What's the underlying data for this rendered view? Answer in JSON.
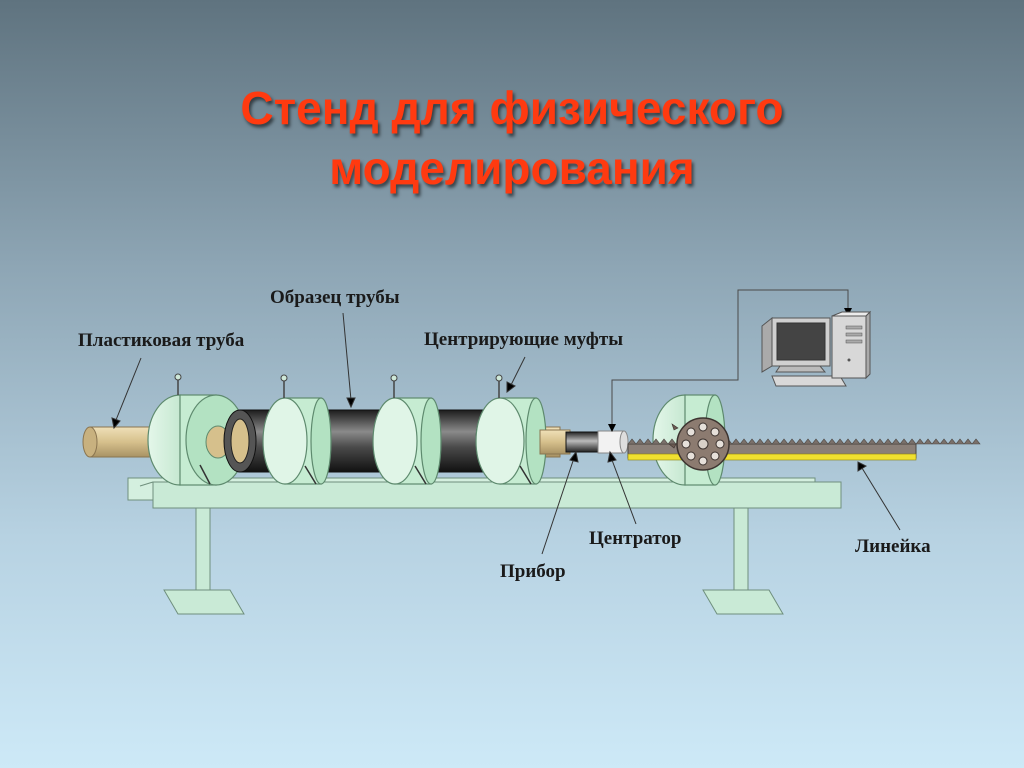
{
  "slide": {
    "title_line1": "Стенд для физического",
    "title_line2": "моделирования"
  },
  "labels": {
    "sample_pipe": "Образец трубы",
    "plastic_pipe": "Пластиковая труба",
    "centering_couplings": "Центрирующие муфты",
    "centrator": "Центратор",
    "device": "Прибор",
    "ruler": "Линейка"
  },
  "colors": {
    "title": "#ff3a10",
    "frame": "#c9ead6",
    "coupling": "#bfe8cc",
    "plastic_pipe": "#d9c597",
    "sample_pipe": "#3a3a3a",
    "ruler_yellow": "#f0e030"
  }
}
